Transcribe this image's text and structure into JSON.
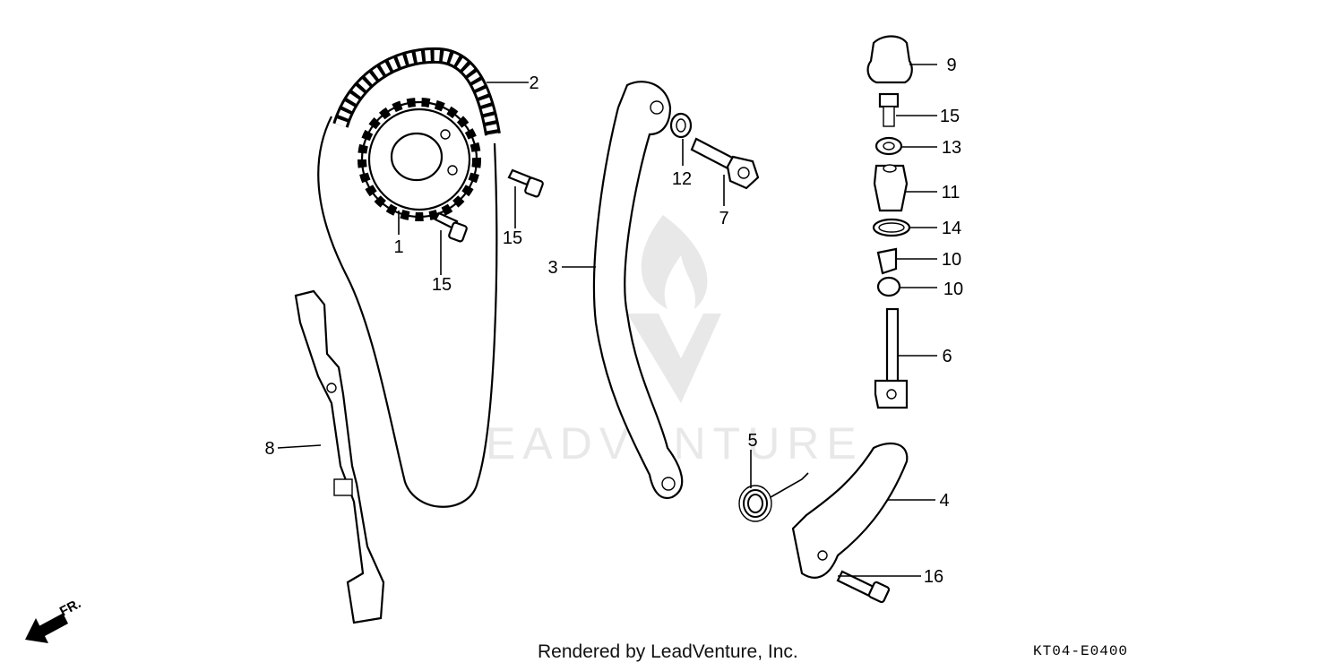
{
  "callouts": [
    {
      "id": "1",
      "text": "1"
    },
    {
      "id": "2",
      "text": "2"
    },
    {
      "id": "3",
      "text": "3"
    },
    {
      "id": "4",
      "text": "4"
    },
    {
      "id": "5",
      "text": "5"
    },
    {
      "id": "6",
      "text": "6"
    },
    {
      "id": "7",
      "text": "7"
    },
    {
      "id": "8",
      "text": "8"
    },
    {
      "id": "9",
      "text": "9"
    },
    {
      "id": "10a",
      "text": "10"
    },
    {
      "id": "10b",
      "text": "10"
    },
    {
      "id": "11",
      "text": "11"
    },
    {
      "id": "12",
      "text": "12"
    },
    {
      "id": "13",
      "text": "13"
    },
    {
      "id": "14",
      "text": "14"
    },
    {
      "id": "15a",
      "text": "15"
    },
    {
      "id": "15b",
      "text": "15"
    },
    {
      "id": "15c",
      "text": "15"
    },
    {
      "id": "16",
      "text": "16"
    }
  ],
  "direction_indicator": "FR.",
  "footer": "Rendered by LeadVenture, Inc.",
  "diagram_code": "KT04-E0400",
  "watermark": "LEADVENTURE",
  "colors": {
    "line": "#000000",
    "background": "#ffffff",
    "watermark": "#e4e4e4"
  }
}
